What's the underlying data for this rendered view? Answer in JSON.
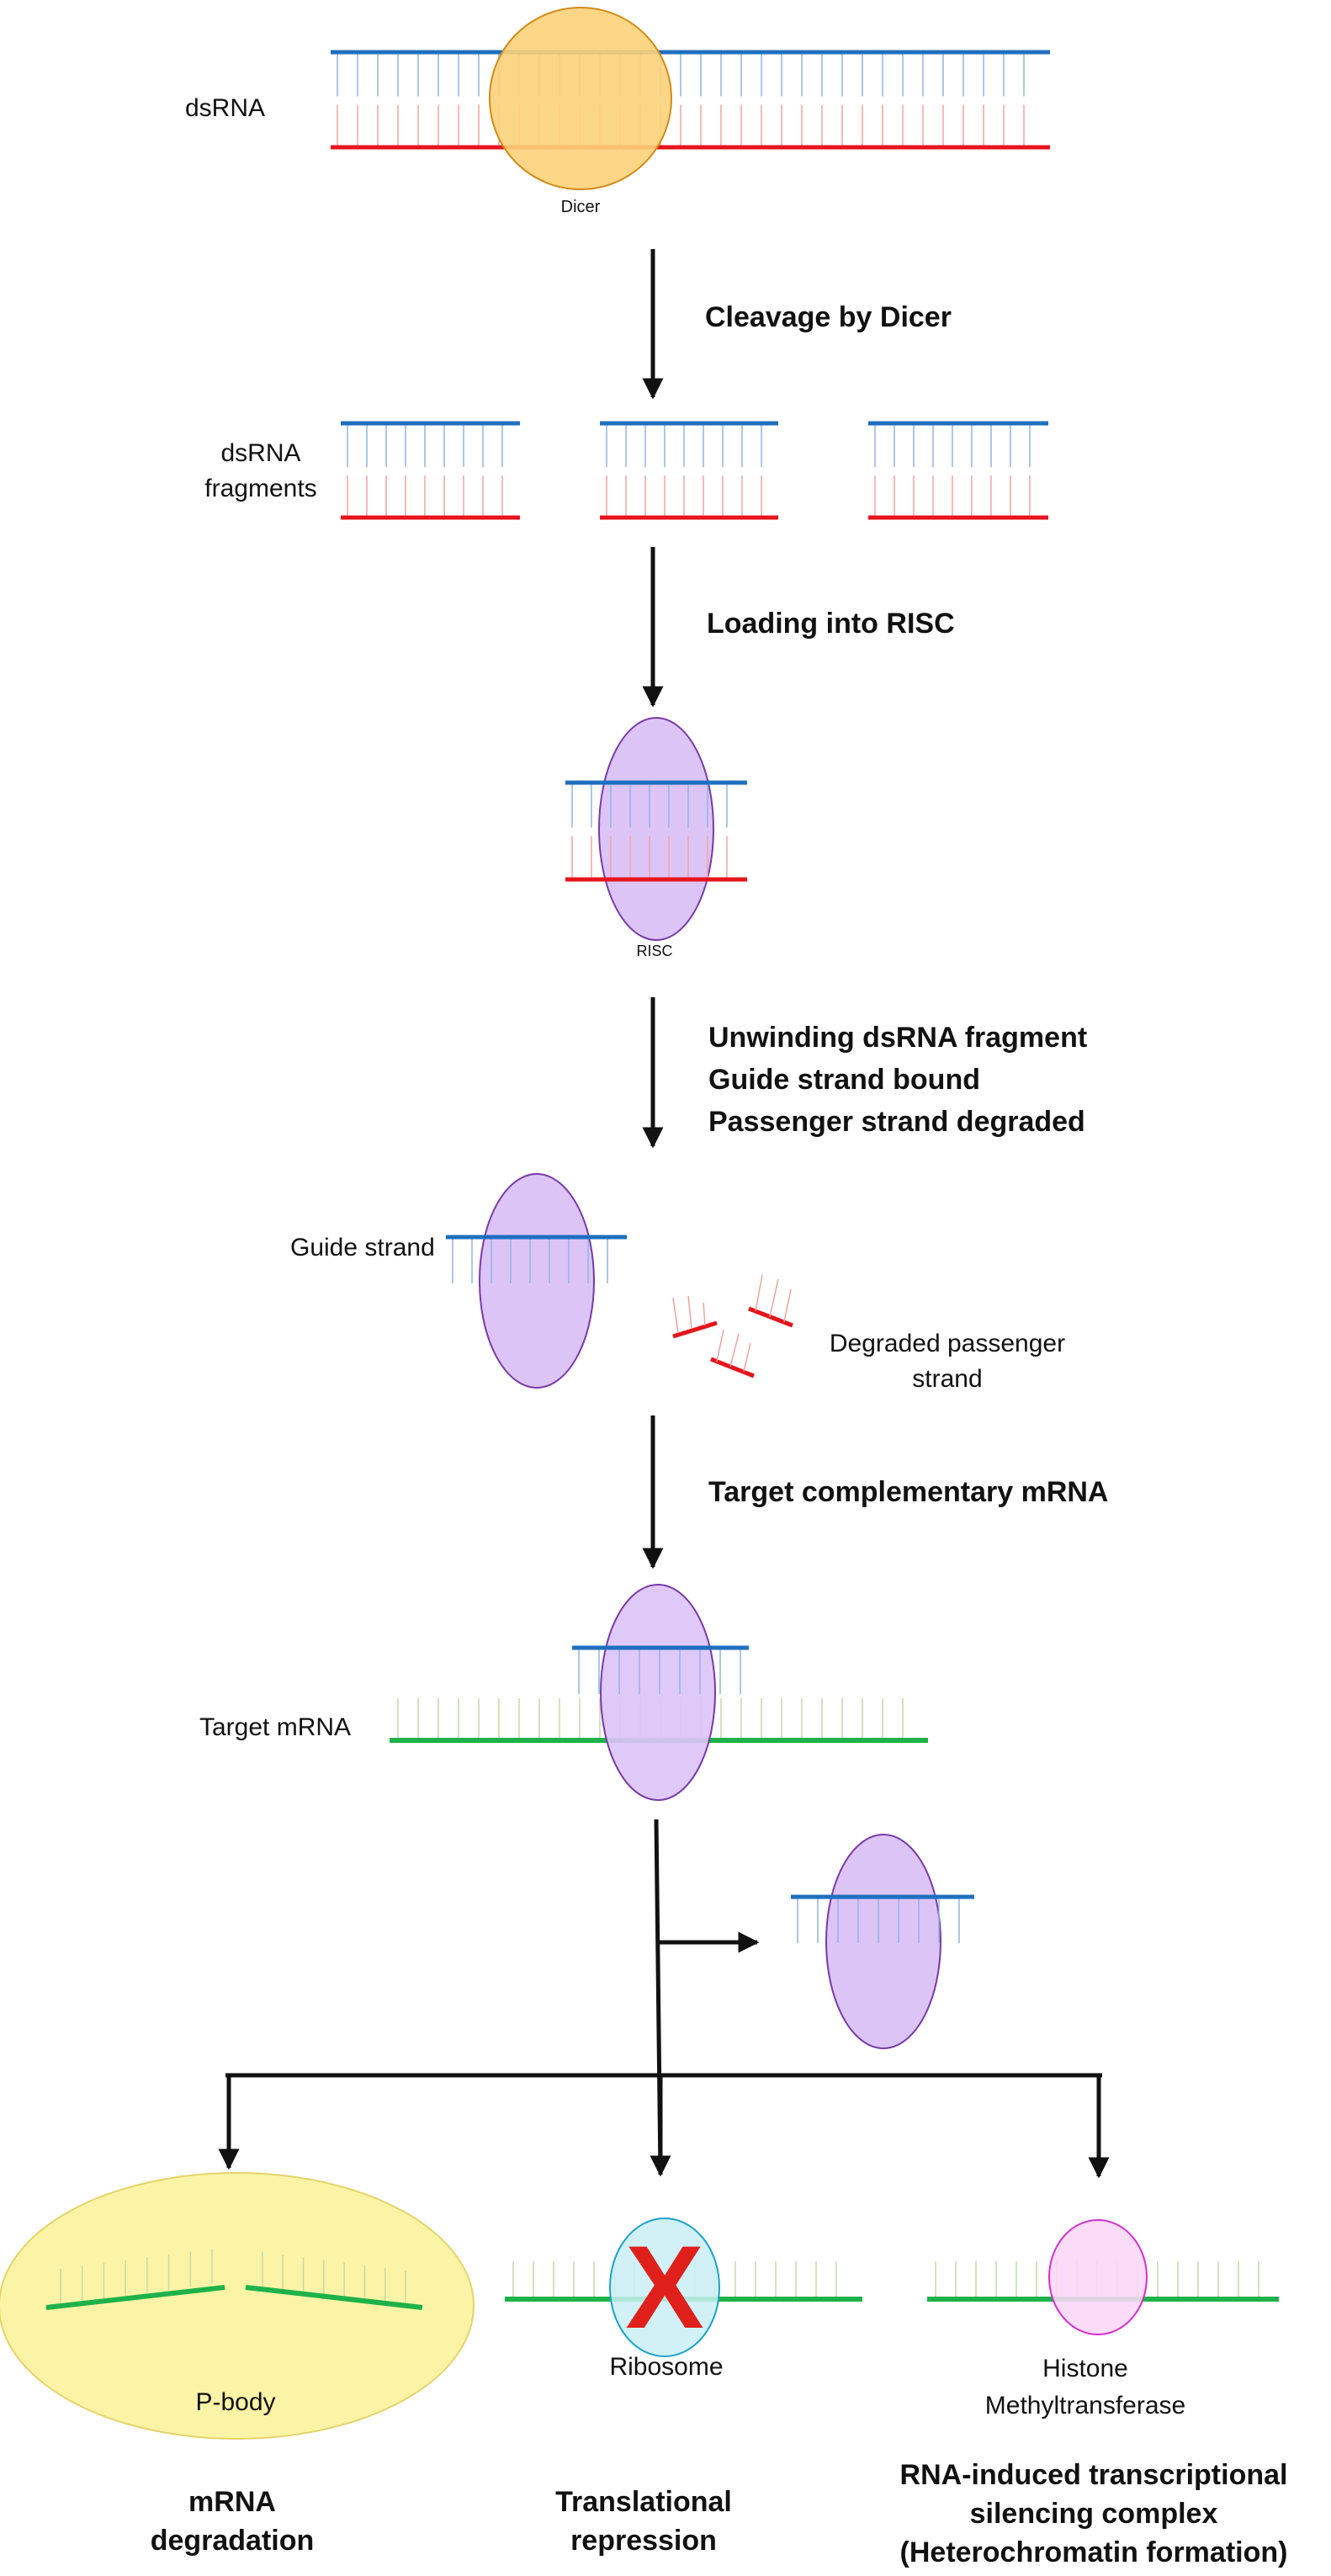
{
  "labels": {
    "dsrna": "dsRNA",
    "dicer": "Dicer",
    "step_cleavage": "Cleavage by Dicer",
    "dsrna_fragments_line1": "dsRNA",
    "dsrna_fragments_line2": "fragments",
    "step_loading": "Loading into RISC",
    "risc": "RISC",
    "step_unwinding_line1": "Unwinding dsRNA fragment",
    "step_unwinding_line2": "Guide strand bound",
    "step_unwinding_line3": "Passenger strand degraded",
    "guide_strand": "Guide strand",
    "degraded_passenger_line1": "Degraded passenger",
    "degraded_passenger_line2": "strand",
    "step_target": "Target complementary mRNA",
    "target_mrna": "Target mRNA",
    "p_body": "P-body",
    "ribosome": "Ribosome",
    "histone_line1": "Histone",
    "histone_line2": "Methyltransferase",
    "outcome_degradation_line1": "mRNA",
    "outcome_degradation_line2": "degradation",
    "outcome_translational_line1": "Translational",
    "outcome_translational_line2": "repression",
    "outcome_silencing_line1": "RNA-induced transcriptional",
    "outcome_silencing_line2": "silencing complex",
    "outcome_silencing_line3": "(Heterochromatin formation)",
    "x_mark": "X"
  },
  "colors": {
    "guide_strand_blue": "#1f6fbf",
    "passenger_strand_red": "#e8141c",
    "mrna_green": "#1db24a",
    "dicer_orange": "#fcd27a",
    "risc_purple": "#dcc4f7",
    "p_body_yellow": "#fbf4a6",
    "ribosome_cyan": "#c9eff5",
    "histone_pink": "#f9d7f7",
    "x_red": "#e0201b",
    "arrow_black": "#111111"
  }
}
